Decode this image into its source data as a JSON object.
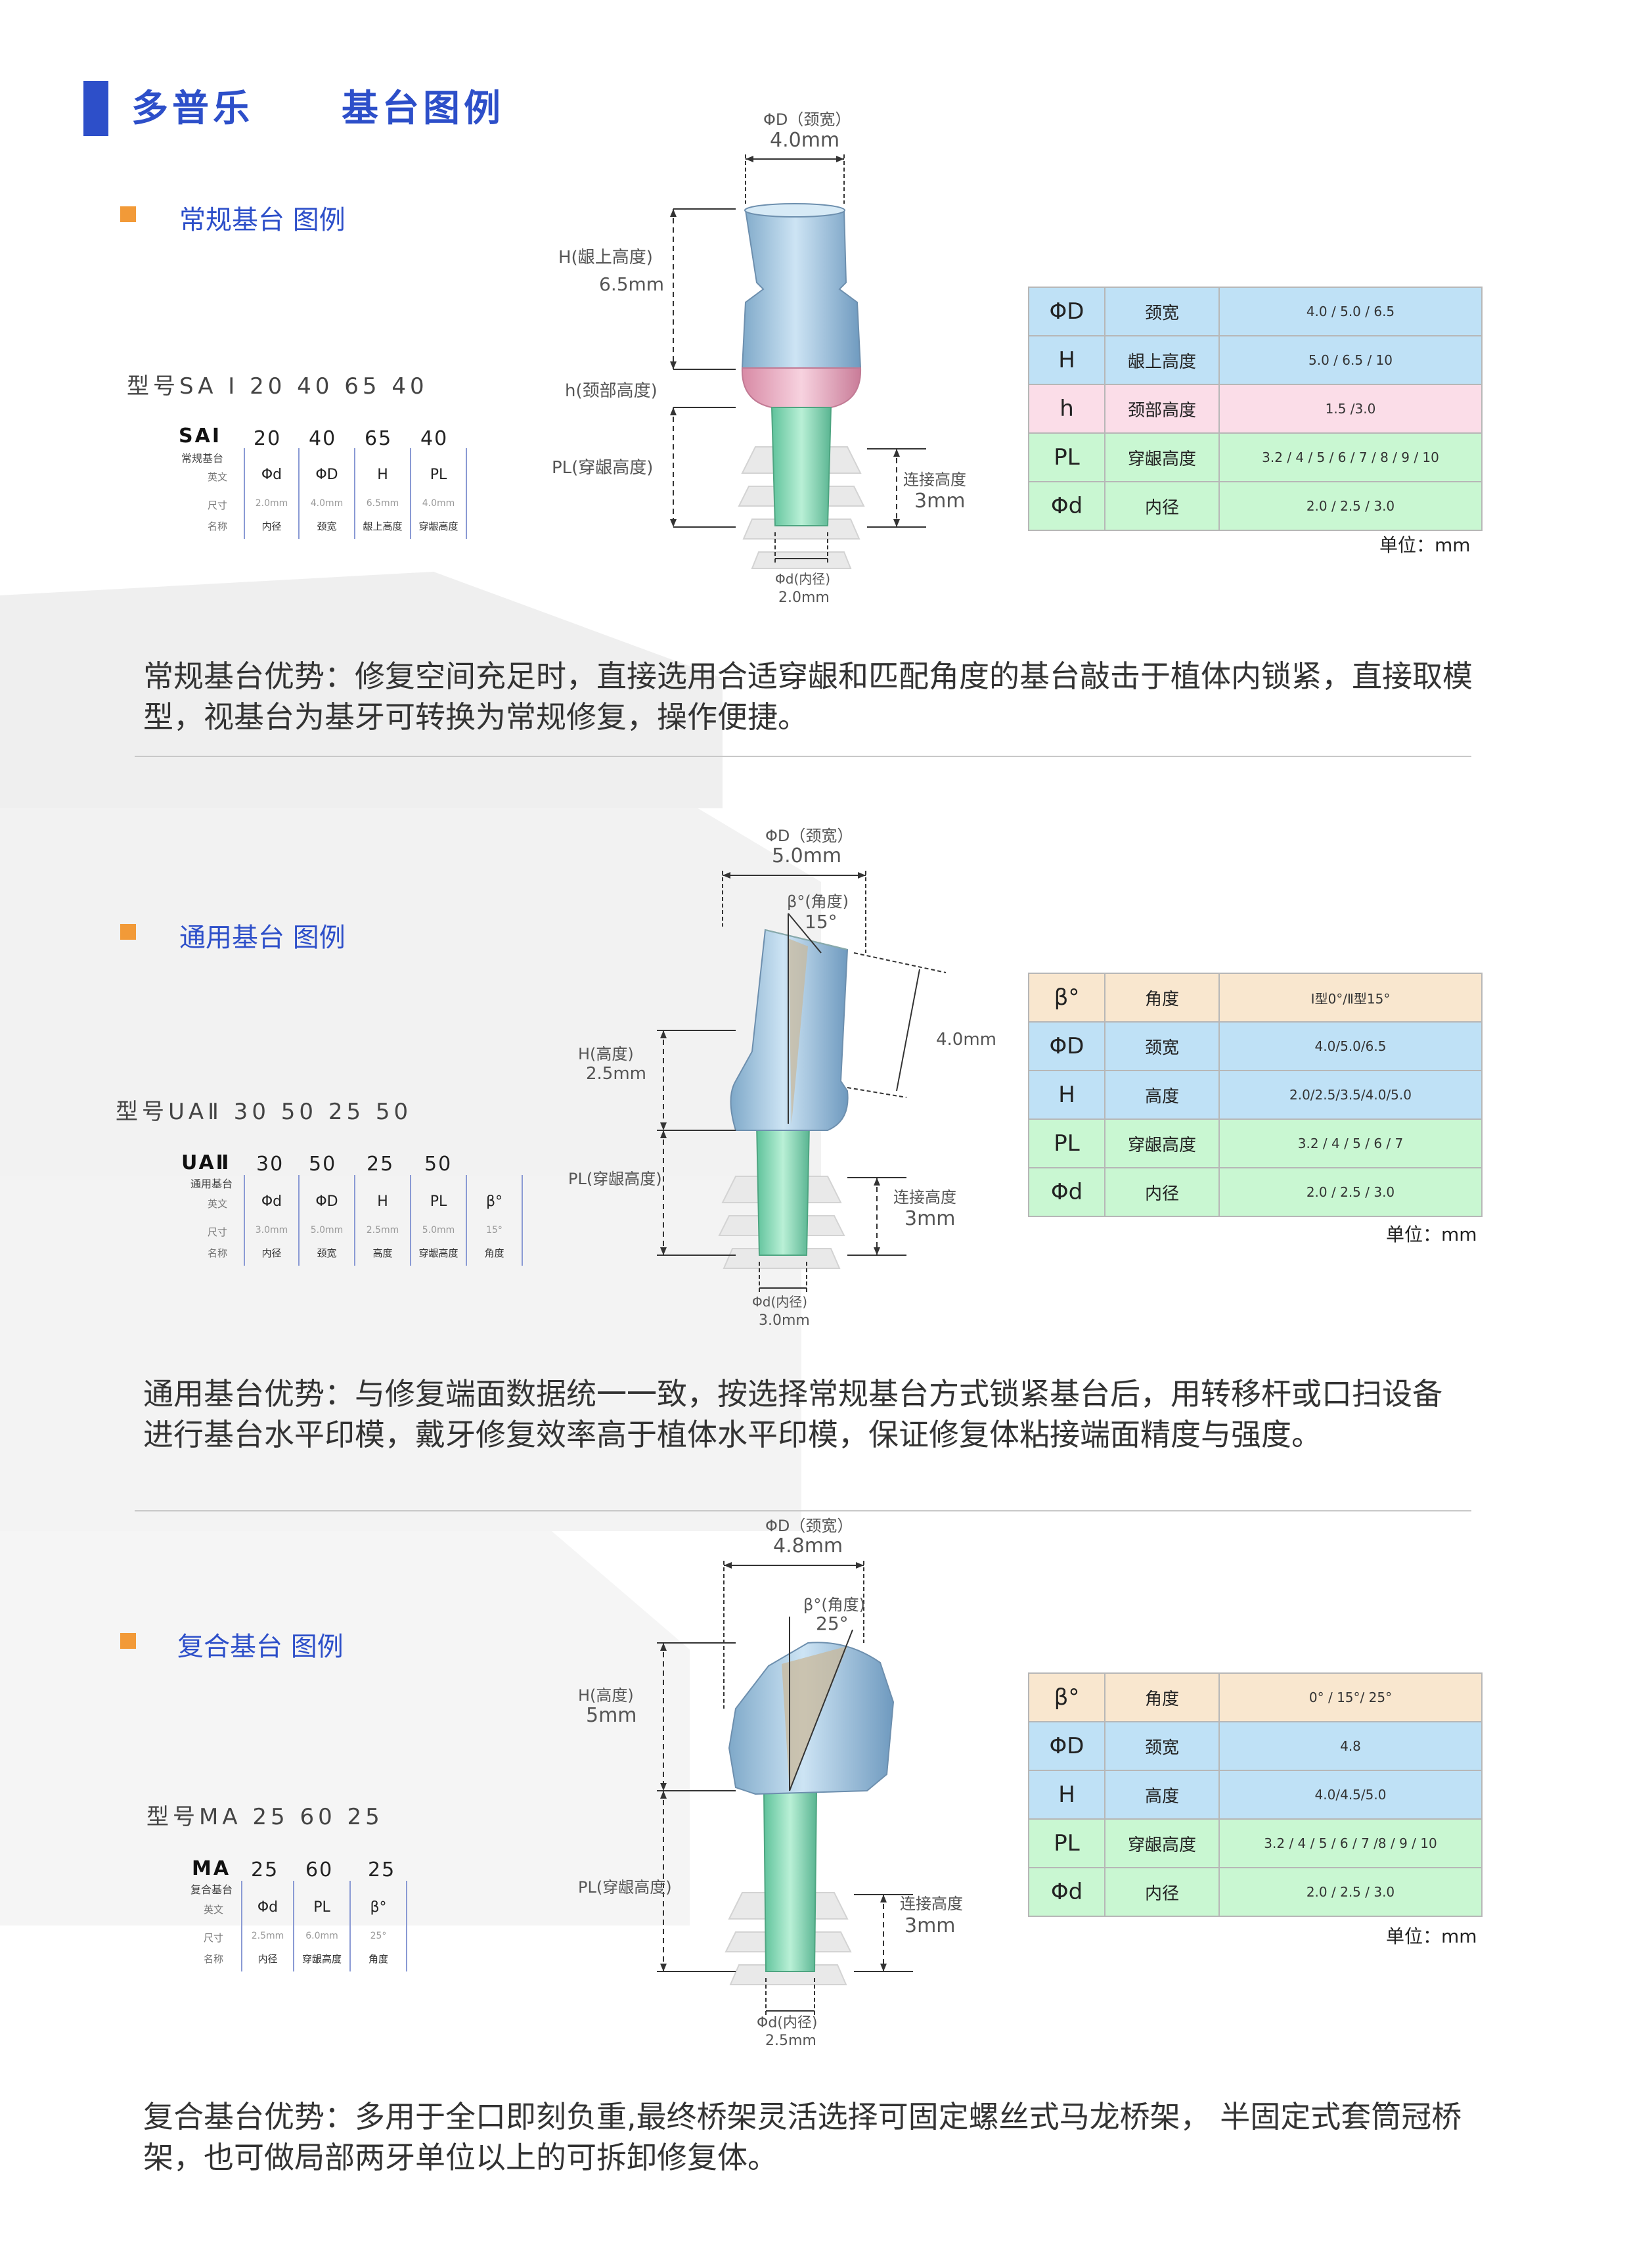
{
  "header": {
    "brand": "多普乐",
    "title": "基台图例"
  },
  "colors": {
    "accent": "#2d4fc9",
    "marker": "#f29a38",
    "blue_row": "#bfe1f6",
    "pink_row": "#fbdde8",
    "green_row": "#c9f7d2",
    "tan_row": "#f9e7cf"
  },
  "sections": [
    {
      "title": "常规基台 图例",
      "model_line": "型号SA I  20  40  65  40",
      "code": {
        "head": "SAI",
        "values": [
          "20",
          "40",
          "65",
          "40"
        ],
        "type_name": "常规基台",
        "row_en": "英文",
        "row_size": "尺寸",
        "row_name": "名称",
        "cols": [
          {
            "en": "Φd",
            "size": "2.0mm",
            "name": "内径"
          },
          {
            "en": "ΦD",
            "size": "4.0mm",
            "name": "颈宽"
          },
          {
            "en": "H",
            "size": "6.5mm",
            "name": "龈上高度"
          },
          {
            "en": "PL",
            "size": "4.0mm",
            "name": "穿龈高度"
          }
        ]
      },
      "diagram": {
        "top_label": "ΦD（颈宽）",
        "top_value": "4.0mm",
        "h_label": "H(龈上高度)",
        "h_value": "6.5mm",
        "neck_label": "h(颈部高度)",
        "pl_label": "PL(穿龈高度)",
        "conn_label": "连接高度",
        "conn_value": "3mm",
        "bottom_label": "Φd(内径)",
        "bottom_value": "2.0mm"
      },
      "spec": [
        {
          "sym": "ΦD",
          "name": "颈宽",
          "value": "4.0 / 5.0 / 6.5",
          "color": "blue"
        },
        {
          "sym": "H",
          "name": "龈上高度",
          "value": "5.0 / 6.5 / 10",
          "color": "blue"
        },
        {
          "sym": "h",
          "name": "颈部高度",
          "value": "1.5 /3.0",
          "color": "pink"
        },
        {
          "sym": "PL",
          "name": "穿龈高度",
          "value": "3.2 / 4 / 5 / 6 / 7 / 8 / 9 / 10",
          "color": "green"
        },
        {
          "sym": "Φd",
          "name": "内径",
          "value": "2.0 / 2.5 / 3.0",
          "color": "green"
        }
      ],
      "unit": "单位：mm",
      "advantage": "常规基台优势：修复空间充足时，直接选用合适穿龈和匹配角度的基台敲击于植体内锁紧，直接取模型，视基台为基牙可转换为常规修复，操作便捷。"
    },
    {
      "title": "通用基台 图例",
      "model_line": "型号UAⅡ 30  50  25  50",
      "code": {
        "head": "UAⅡ",
        "values": [
          "30",
          "50",
          "25",
          "50"
        ],
        "type_name": "通用基台",
        "row_en": "英文",
        "row_size": "尺寸",
        "row_name": "名称",
        "cols": [
          {
            "en": "Φd",
            "size": "3.0mm",
            "name": "内径"
          },
          {
            "en": "ΦD",
            "size": "5.0mm",
            "name": "颈宽"
          },
          {
            "en": "H",
            "size": "2.5mm",
            "name": "高度"
          },
          {
            "en": "PL",
            "size": "5.0mm",
            "name": "穿龈高度"
          },
          {
            "en": "β°",
            "size": "15°",
            "name": "角度"
          }
        ]
      },
      "diagram": {
        "top_label": "ΦD（颈宽）",
        "top_value": "5.0mm",
        "angle_label": "β°(角度)",
        "angle_value": "15°",
        "side_value": "4.0mm",
        "h_label": "H(高度)",
        "h_value": "2.5mm",
        "pl_label": "PL(穿龈高度)",
        "conn_label": "连接高度",
        "conn_value": "3mm",
        "bottom_label": "Φd(内径)",
        "bottom_value": "3.0mm"
      },
      "spec": [
        {
          "sym": "β°",
          "name": "角度",
          "value": "Ⅰ型0°/Ⅱ型15°",
          "color": "tan"
        },
        {
          "sym": "ΦD",
          "name": "颈宽",
          "value": "4.0/5.0/6.5",
          "color": "blue"
        },
        {
          "sym": "H",
          "name": "高度",
          "value": "2.0/2.5/3.5/4.0/5.0",
          "color": "blue"
        },
        {
          "sym": "PL",
          "name": "穿龈高度",
          "value": "3.2 / 4 / 5 / 6 / 7",
          "color": "green"
        },
        {
          "sym": "Φd",
          "name": "内径",
          "value": "2.0 / 2.5 / 3.0",
          "color": "green"
        }
      ],
      "unit": "单位：mm",
      "advantage": "通用基台优势：与修复端面数据统一一致，按选择常规基台方式锁紧基台后，用转移杆或口扫设备进行基台水平印模，戴牙修复效率高于植体水平印模，保证修复体粘接端面精度与强度。"
    },
    {
      "title": "复合基台 图例",
      "model_line": "型号MA  25  60   25",
      "code": {
        "head": "MA",
        "values": [
          "25",
          "60",
          "25"
        ],
        "type_name": "复合基台",
        "row_en": "英文",
        "row_size": "尺寸",
        "row_name": "名称",
        "cols": [
          {
            "en": "Φd",
            "size": "2.5mm",
            "name": "内径"
          },
          {
            "en": "PL",
            "size": "6.0mm",
            "name": "穿龈高度"
          },
          {
            "en": "β°",
            "size": "25°",
            "name": "角度"
          }
        ]
      },
      "diagram": {
        "top_label": "ΦD（颈宽）",
        "top_value": "4.8mm",
        "angle_label": "β°(角度)",
        "angle_value": "25°",
        "h_label": "H(高度)",
        "h_value": "5mm",
        "pl_label": "PL(穿龈高度)",
        "conn_label": "连接高度",
        "conn_value": "3mm",
        "bottom_label": "Φd(内径)",
        "bottom_value": "2.5mm"
      },
      "spec": [
        {
          "sym": "β°",
          "name": "角度",
          "value": "0° / 15°/ 25°",
          "color": "tan"
        },
        {
          "sym": "ΦD",
          "name": "颈宽",
          "value": "4.8",
          "color": "blue"
        },
        {
          "sym": "H",
          "name": "高度",
          "value": "4.0/4.5/5.0",
          "color": "blue"
        },
        {
          "sym": "PL",
          "name": "穿龈高度",
          "value": "3.2 / 4 / 5 / 6 / 7 /8 / 9 / 10",
          "color": "green"
        },
        {
          "sym": "Φd",
          "name": "内径",
          "value": "2.0 / 2.5 / 3.0",
          "color": "green"
        }
      ],
      "unit": "单位：mm",
      "advantage": "复合基台优势：多用于全口即刻负重,最终桥架灵活选择可固定螺丝式马龙桥架， 半固定式套筒冠桥架，也可做局部两牙单位以上的可拆卸修复体。"
    }
  ]
}
